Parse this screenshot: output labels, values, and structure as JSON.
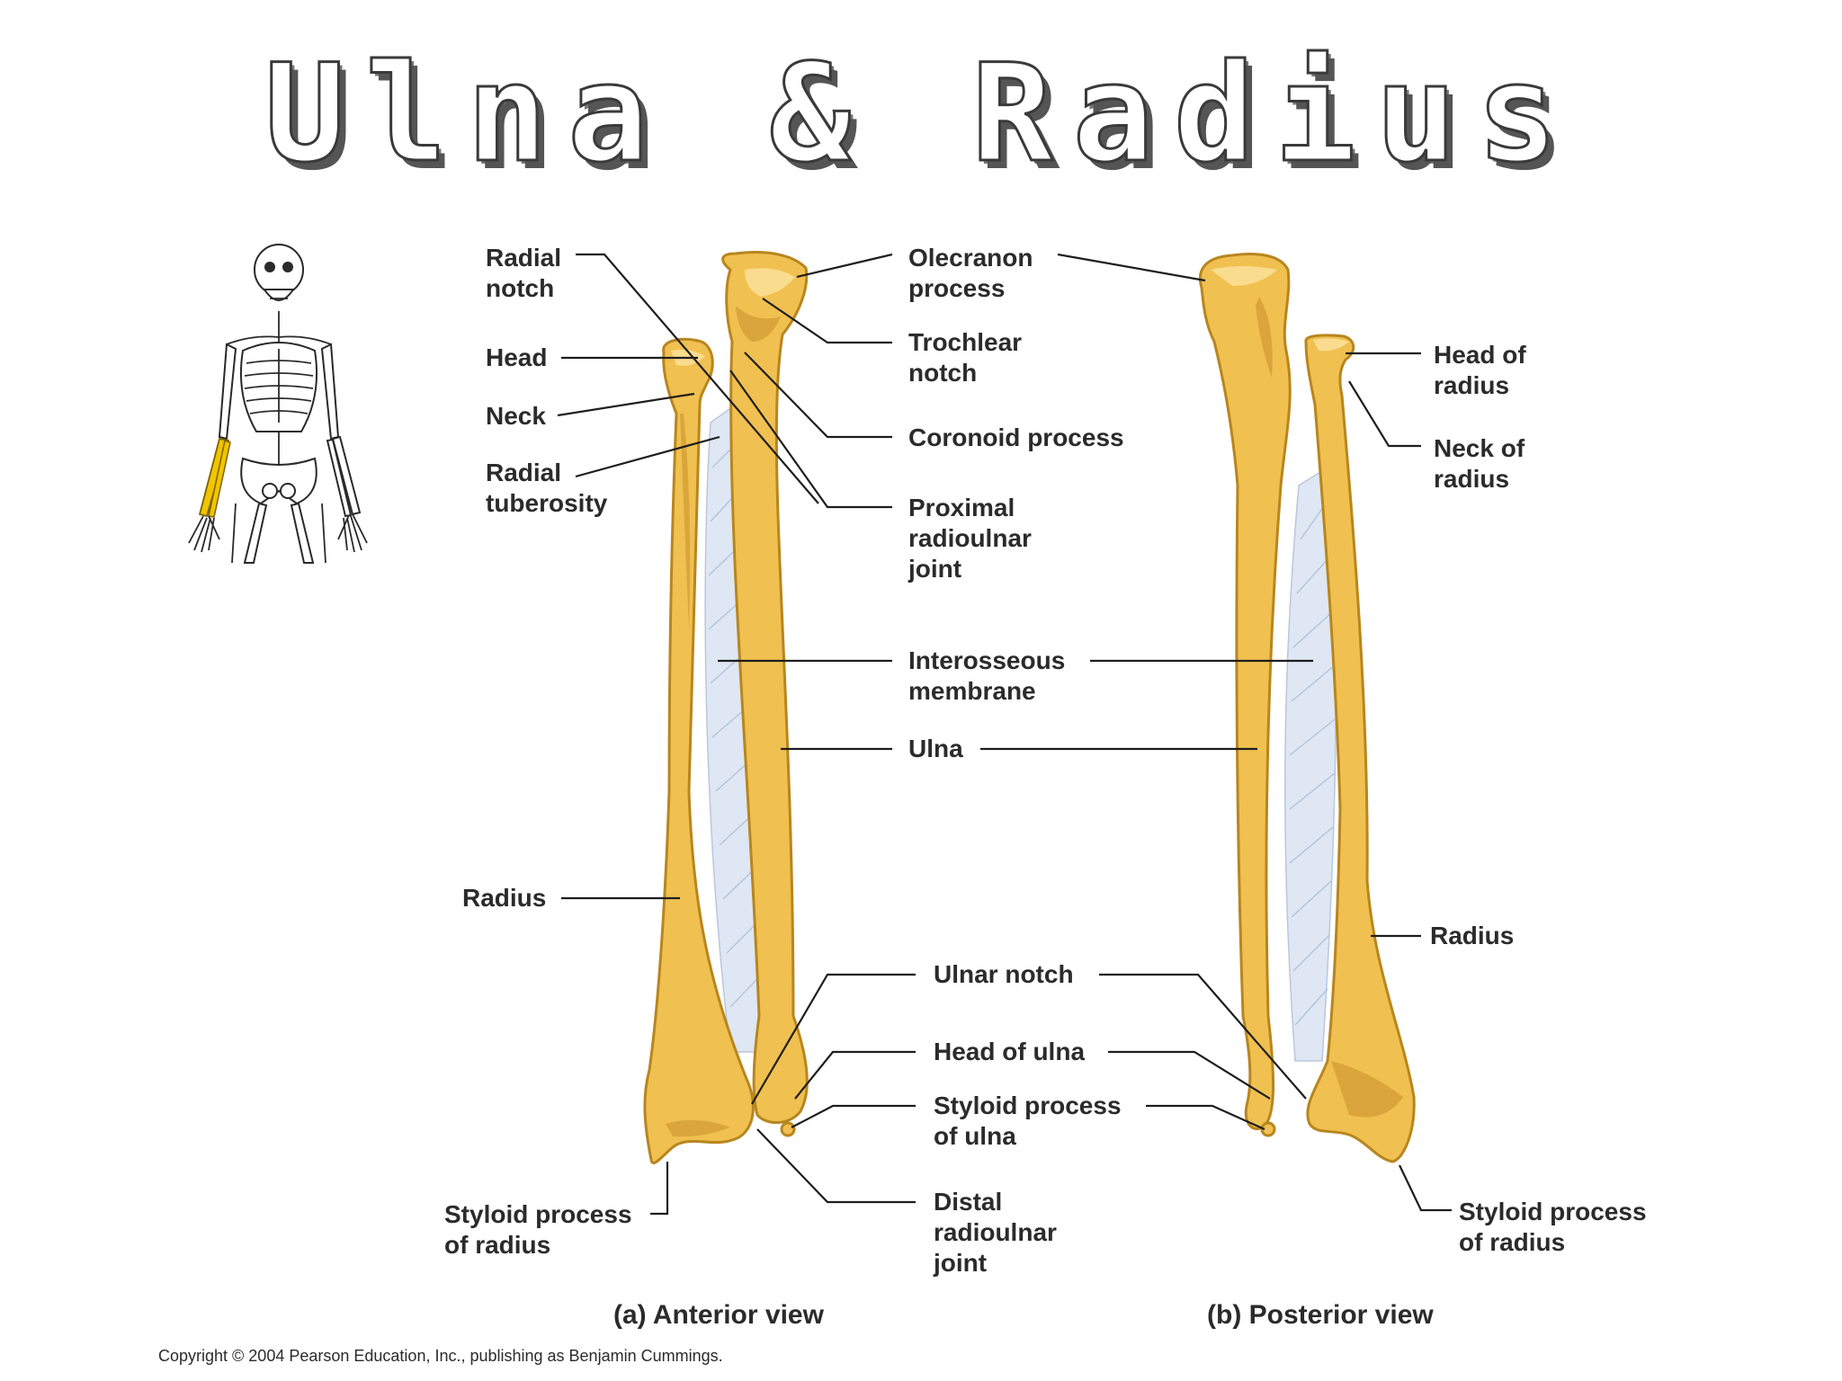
{
  "title": "Ulna & Radius",
  "anterior": {
    "view_label": "(a) Anterior view",
    "radial_notch": [
      "Radial",
      "notch"
    ],
    "head": "Head",
    "neck": "Neck",
    "radial_tuberosity": [
      "Radial",
      "tuberosity"
    ],
    "radius": "Radius",
    "styloid_process_of_radius": [
      "Styloid process",
      "of radius"
    ]
  },
  "center": {
    "olecranon_process": [
      "Olecranon",
      "process"
    ],
    "trochlear_notch": [
      "Trochlear",
      "notch"
    ],
    "coronoid_process": "Coronoid process",
    "proximal_radioulnar_joint": [
      "Proximal",
      "radioulnar",
      "joint"
    ],
    "interosseous_membrane": [
      "Interosseous",
      "membrane"
    ],
    "ulna": "Ulna",
    "ulnar_notch": "Ulnar notch",
    "head_of_ulna": "Head of ulna",
    "styloid_process_of_ulna": [
      "Styloid process",
      "of ulna"
    ],
    "distal_radioulnar_joint": [
      "Distal",
      "radioulnar",
      "joint"
    ]
  },
  "posterior": {
    "view_label": "(b) Posterior view",
    "head_of_radius": [
      "Head of",
      "radius"
    ],
    "neck_of_radius": [
      "Neck of",
      "radius"
    ],
    "radius": "Radius",
    "styloid_process_of_radius": [
      "Styloid process",
      "of radius"
    ]
  },
  "copyright": "Copyright © 2004 Pearson Education, Inc., publishing as Benjamin Cummings.",
  "colors": {
    "bone": "#f0c050",
    "bone_outline": "#b8861f",
    "membrane": "#dde6f3",
    "highlight_forearm": "#f2c400"
  }
}
